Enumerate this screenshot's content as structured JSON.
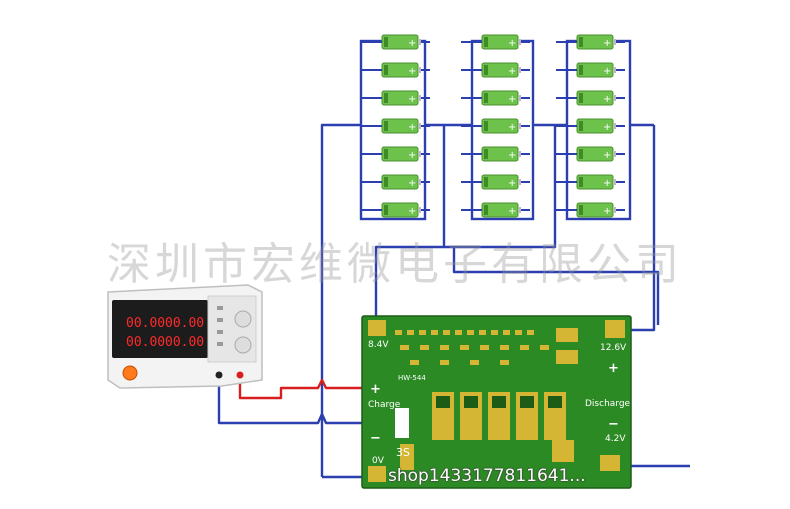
{
  "watermark": "深圳市宏维微电子有限公司",
  "shop_text": "shop1433177811641...",
  "power_supply": {
    "display_values": [
      "00.00",
      "00.00",
      "00.00",
      "00.00"
    ]
  },
  "board": {
    "model": "HW-544",
    "label_84v": "8.4V",
    "label_charge": "Charge",
    "label_0v": "0V",
    "label_126v": "12.6V",
    "label_discharge": "Discharge",
    "label_42v": "4.2V",
    "label_3s": "3S",
    "plus": "+",
    "minus": "−"
  },
  "battery_banks": [
    {
      "count": 7
    },
    {
      "count": 7
    },
    {
      "count": 7
    }
  ],
  "colors": {
    "wire_blue": "#2c3fb0",
    "wire_red": "#d81e1e",
    "pcb_green": "#2c8a24",
    "pad_gold": "#d4b534",
    "battery_green": "#6cc24a",
    "display_red": "#ff2a2a"
  }
}
